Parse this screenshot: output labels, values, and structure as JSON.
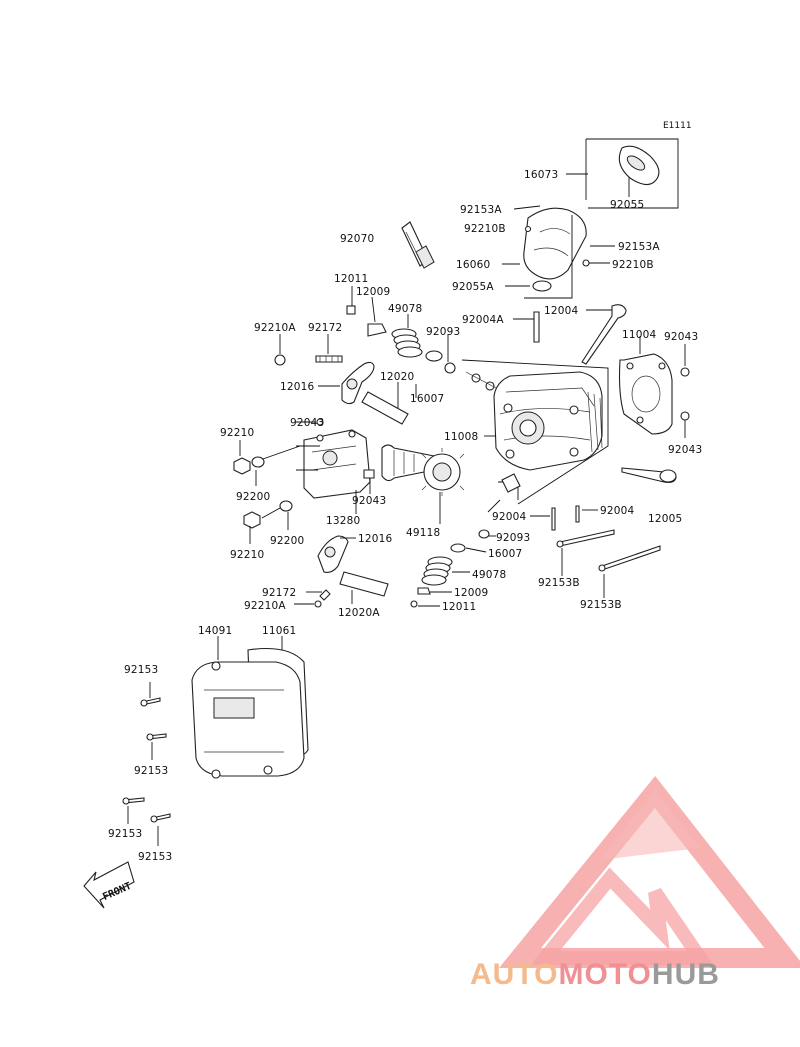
{
  "diagram_code": "E1111",
  "front_label": "FRONT",
  "watermark": {
    "part1": "AUTO",
    "part2": "MOTO",
    "part3": "HUB",
    "color_auto": "#f4b98c",
    "color_moto": "#f08f94",
    "color_hub": "#9a9a9a",
    "logo_color": "#f27d7d"
  },
  "labels": {
    "p16073": "16073",
    "p92055": "92055",
    "p92153A_1": "92153A",
    "p92210B_1": "92210B",
    "p92153A_2": "92153A",
    "p92210B_2": "92210B",
    "p92070": "92070",
    "p16060": "16060",
    "p92055A": "92055A",
    "p12011_top": "12011",
    "p12009_top": "12009",
    "p49078_top": "49078",
    "p92210A_top": "92210A",
    "p92172_top": "92172",
    "p92093_top": "92093",
    "p92004A": "92004A",
    "p12004": "12004",
    "p11004": "11004",
    "p92043_r1": "92043",
    "p12016_top": "12016",
    "p12020_top": "12020",
    "p16007_top": "16007",
    "p92043_l": "92043",
    "p11008": "11008",
    "p92043_r2": "92043",
    "p92210_l1": "92210",
    "p92200_1": "92200",
    "p92043_mid": "92043",
    "p13280": "13280",
    "p49118": "49118",
    "p92004_1": "92004",
    "p92004_2": "92004",
    "p12005": "12005",
    "p92200_2": "92200",
    "p92210_l2": "92210",
    "p12016_bot": "12016",
    "p92093_bot": "92093",
    "p16007_bot": "16007",
    "p49078_bot": "49078",
    "p92153B_1": "92153B",
    "p92153B_2": "92153B",
    "p92172_bot": "92172",
    "p92210A_bot": "92210A",
    "p12020A": "12020A",
    "p12009_bot": "12009",
    "p12011_bot": "12011",
    "p14091": "14091",
    "p11061": "11061",
    "p92153_1": "92153",
    "p92153_2": "92153",
    "p92153_3": "92153",
    "p92153_4": "92153"
  }
}
